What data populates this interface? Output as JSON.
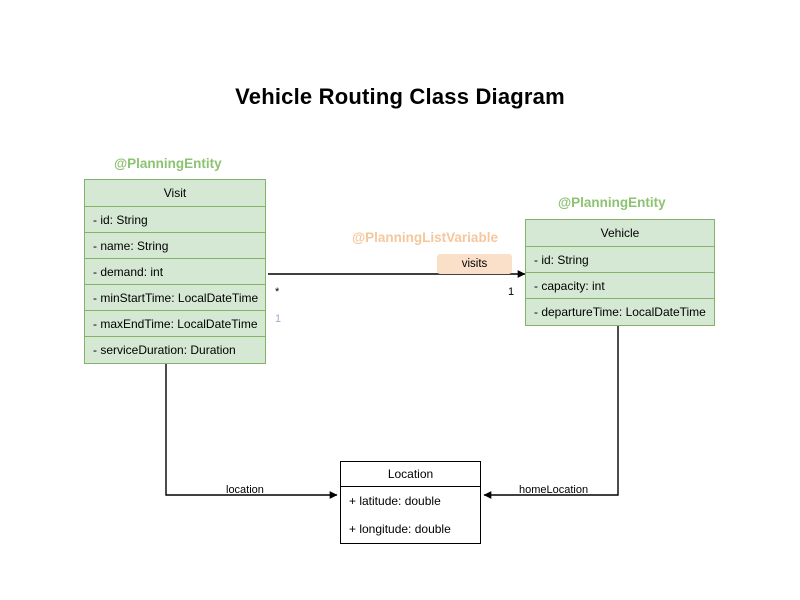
{
  "diagram": {
    "title": "Vehicle Routing Class Diagram",
    "background": "#ffffff",
    "colors": {
      "entity_fill": "#d5e8d4",
      "entity_border": "#82b366",
      "stereotype_green": "#8cc372",
      "stereotype_orange": "#f5c79c",
      "assoc_chip_fill": "#fae0c8",
      "plain_border": "#000000",
      "multiplicity_lavender": "#b9a0d0"
    }
  },
  "classes": {
    "visit": {
      "stereotype": "@PlanningEntity",
      "name": "Visit",
      "attributes": [
        "- id: String",
        "- name: String",
        "- demand: int",
        "- minStartTime: LocalDateTime",
        "- maxEndTime: LocalDateTime",
        "- serviceDuration: Duration"
      ]
    },
    "vehicle": {
      "stereotype": "@PlanningEntity",
      "name": "Vehicle",
      "attributes": [
        "- id: String",
        "- capacity: int",
        "- departureTime: LocalDateTime"
      ]
    },
    "location": {
      "stereotype": "",
      "name": "Location",
      "attributes": [
        "+ latitude: double",
        "+ longitude: double"
      ]
    }
  },
  "associations": {
    "visits": {
      "stereotype": "@PlanningListVariable",
      "label": "visits",
      "source": "Vehicle",
      "target": "Visit",
      "source_multiplicity": "1",
      "target_multiplicity": "*",
      "target_multiplicity_secondary": "1"
    },
    "location": {
      "label": "location",
      "source": "Visit",
      "target": "Location"
    },
    "home_location": {
      "label": "homeLocation",
      "source": "Vehicle",
      "target": "Location"
    }
  }
}
